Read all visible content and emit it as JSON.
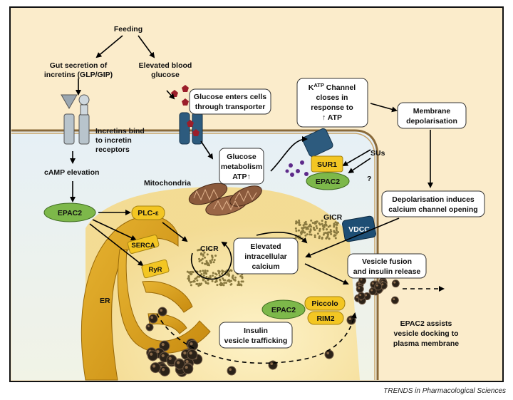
{
  "labels": {
    "feeding": "Feeding",
    "gut1": "Gut secretion of",
    "gut2": "incretins (GLP/GIP)",
    "blood1": "Elevated blood",
    "blood2": "glucose",
    "enter1": "Glucose enters cells",
    "enter2": "through transporter",
    "katp_k": "K",
    "katp_sup": "ATP",
    "katp1": " Channel",
    "katp2": "closes in",
    "katp3": "response to",
    "katp4": "↑ ATP",
    "membrane1": "Membrane",
    "membrane2": "depolarisation",
    "incretins1": "Incretins bind",
    "incretins2": "to incretin",
    "incretins3": "receptors",
    "camp": "cAMP elevation",
    "metab1": "Glucose",
    "metab2": "metabolism",
    "metab3": "ATP↑",
    "mito": "Mitochondria",
    "sus": "SUs",
    "question": "?",
    "depol1": "Depolarisation induces",
    "depol2": "calcium channel opening",
    "gicr": "GICR",
    "cicr": "CICR",
    "elev1": "Elevated",
    "elev2": "intracellular",
    "elev3": "calcium",
    "fusion1": "Vesicle fusion",
    "fusion2": "and insulin release",
    "er": "ER",
    "traffic1": "Insulin",
    "traffic2": "vesicle trafficking",
    "assist1": "EPAC2 assists",
    "assist2": "vesicle docking to",
    "assist3": "plasma membrane"
  },
  "proteins": {
    "epac2_main": "EPAC2",
    "plc": "PLC-ε",
    "serca": "SERCA",
    "ryr": "RyR",
    "sur1": "SUR1",
    "epac2_sur": "EPAC2",
    "vdcc": "VDCC",
    "epac2_bottom": "EPAC2",
    "piccolo": "Piccolo",
    "rim2": "RIM2"
  },
  "footer": "TRENDS in Pharmacological Sciences",
  "colors": {
    "extracellular": "#fbeccb",
    "cytoplasm": "#dceaf3",
    "nucleus_region": "#fbe9b6",
    "er": "#d9a11d",
    "epac_green": "#7db84a",
    "yellow_protein": "#f3c623",
    "vdcc_blue": "#1d4e74",
    "mito_brown": "#8b5a3c"
  },
  "icons": [
    "incretin-receptor-icon",
    "glucose-transporter-icon",
    "mitochondria-icon",
    "insulin-vesicle-icon",
    "calcium-ions-icon"
  ]
}
